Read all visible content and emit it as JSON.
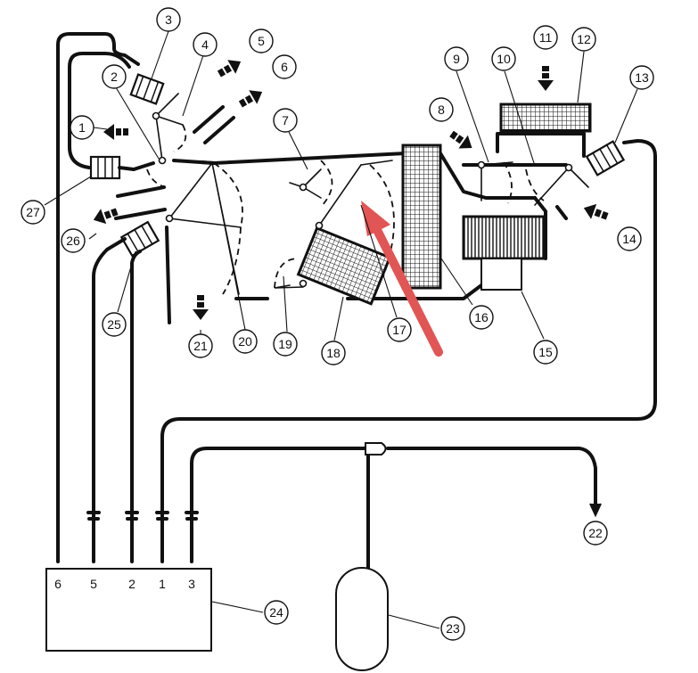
{
  "callouts": {
    "c1": "1",
    "c2": "2",
    "c3": "3",
    "c4": "4",
    "c5": "5",
    "c6": "6",
    "c7": "7",
    "c8": "8",
    "c9": "9",
    "c10": "10",
    "c11": "11",
    "c12": "12",
    "c13": "13",
    "c14": "14",
    "c15": "15",
    "c16": "16",
    "c17": "17",
    "c18": "18",
    "c19": "19",
    "c20": "20",
    "c21": "21",
    "c22": "22",
    "c23": "23",
    "c24": "24",
    "c25": "25",
    "c26": "26",
    "c27": "27"
  },
  "module_pins": {
    "p1": "6",
    "p2": "5",
    "p3": "2",
    "p4": "1",
    "p5": "3"
  },
  "colors": {
    "line": "#111111",
    "highlight_arrow": "#e25555"
  }
}
